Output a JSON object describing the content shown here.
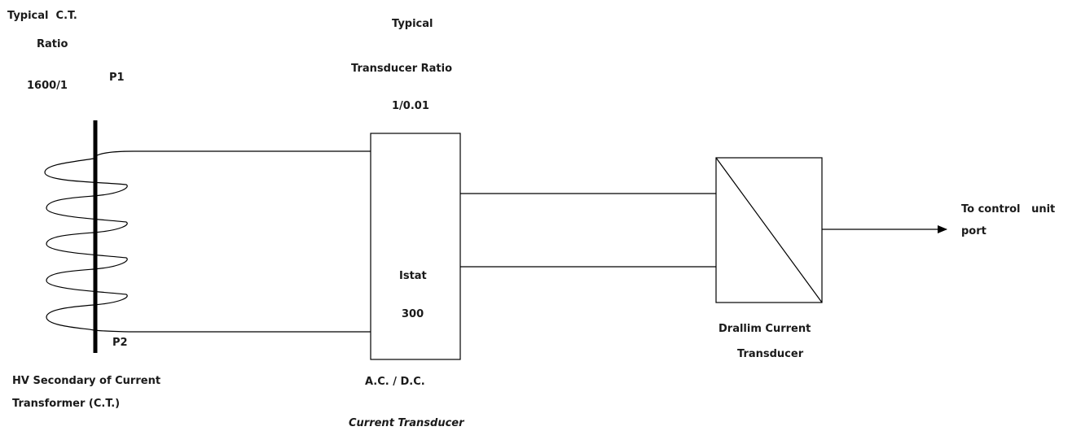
{
  "ct": {
    "ratio_line1": "Typical  C.T.",
    "ratio_line2": "Ratio",
    "ratio_value": "1600/1",
    "terminal_top": "P1",
    "terminal_bottom": "P2",
    "caption_line1": "HV Secondary of Current",
    "caption_line2": "Transformer (C.T.)"
  },
  "transducer": {
    "ratio_line1": "Typical",
    "ratio_line2": "Transducer Ratio",
    "ratio_value": "1/0.01",
    "inner_line1": "Istat",
    "inner_line2": "300",
    "caption": "A.C. / D.C.",
    "caption_italic": "Current Transducer"
  },
  "drallim": {
    "caption_line1": "Drallim Current",
    "caption_line2": "Transducer"
  },
  "output": {
    "label_line1": "To control   unit",
    "label_line2": "port"
  }
}
